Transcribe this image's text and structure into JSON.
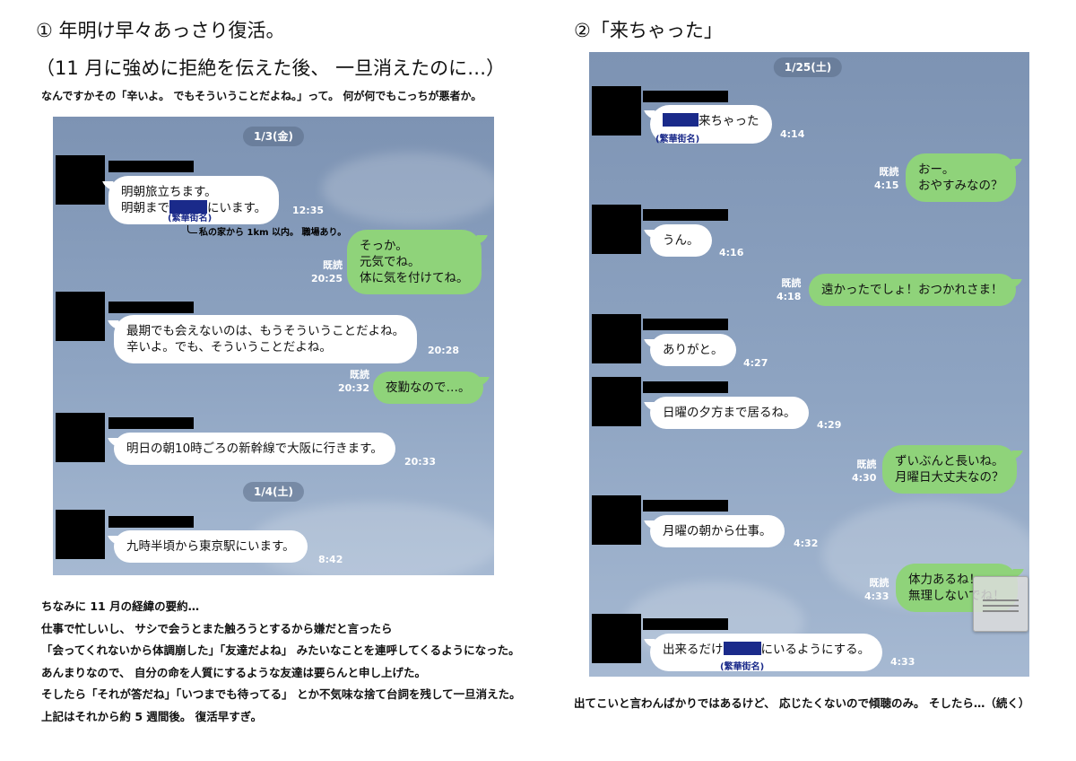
{
  "left": {
    "title": "① 年明け早々あっさり復活。",
    "title2": "（11 月に強めに拒絶を伝えた後、 一旦消えたのに…）",
    "subtitle": "なんですかその「辛いよ。 でもそういうことだよね。」って。 何が何でもこっちが悪者か。",
    "date1": "1/3(金)",
    "date2": "1/4(土)",
    "m1_l1": "明朝旅立ちます。",
    "m1_l2a": "明朝まで",
    "m1_l2b": "にいます。",
    "m1_place": "(繁華街名)",
    "m1_time": "12:35",
    "anno": "私の家から 1km 以内。 職場あり。",
    "r1_read": "既読",
    "r1_time": "20:25",
    "r1_l1": "そっか。",
    "r1_l2": "元気でね。",
    "r1_l3": "体に気を付けてね。",
    "m2_l1": "最期でも会えないのは、もうそういうことだよね。",
    "m2_l2": "辛いよ。でも、そういうことだよね。",
    "m2_time": "20:28",
    "r2_read": "既読",
    "r2_time": "20:32",
    "r2_text": "夜勤なので…。",
    "m3_text": "明日の朝10時ごろの新幹線で大阪に行きます。",
    "m3_time": "20:33",
    "m4_text": "九時半頃から東京駅にいます。",
    "m4_time": "8:42"
  },
  "notes": [
    "ちなみに 11 月の経緯の要約…",
    "仕事で忙しいし、 サシで会うとまた触ろうとするから嫌だと言ったら",
    "「会ってくれないから体調崩した」「友達だよね」 みたいなことを連呼してくるようになった。",
    "あんまりなので、 自分の命を人質にするような友達は要らんと申し上げた。",
    "そしたら「それが答だね」「いつまでも待ってる」 とか不気味な捨て台詞を残して一旦消えた。",
    "上記はそれから約 5 週間後。 復活早すぎ。"
  ],
  "right": {
    "title": "②「来ちゃった」",
    "date": "1/25(土)",
    "a_text": "来ちゃった",
    "a_place": "(繁華街名)",
    "a_time": "4:14",
    "b_read": "既読",
    "b_time": "4:15",
    "b_l1": "おー。",
    "b_l2": "おやすみなの？",
    "c_text": "うん。",
    "c_time": "4:16",
    "d_read": "既読",
    "d_time": "4:18",
    "d_text": "遠かったでしょ！おつかれさま！",
    "e_text": "ありがと。",
    "e_time": "4:27",
    "f_text": "日曜の夕方まで居るね。",
    "f_time": "4:29",
    "g_read": "既読",
    "g_time": "4:30",
    "g_l1": "ずいぶんと長いね。",
    "g_l2": "月曜日大丈夫なの？",
    "h_text": "月曜の朝から仕事。",
    "h_time": "4:32",
    "i_read": "既読",
    "i_time": "4:33",
    "i_l1": "体力あるね！",
    "i_l2": "無理しないでね！",
    "j_text_a": "出来るだけ",
    "j_text_b": "にいるようにする。",
    "j_place": "(繁華街名)",
    "j_time": "4:33",
    "footer": "出てこいと言わんばかりではあるけど、 応じたくないので傾聴のみ。 そしたら…（続く）"
  }
}
